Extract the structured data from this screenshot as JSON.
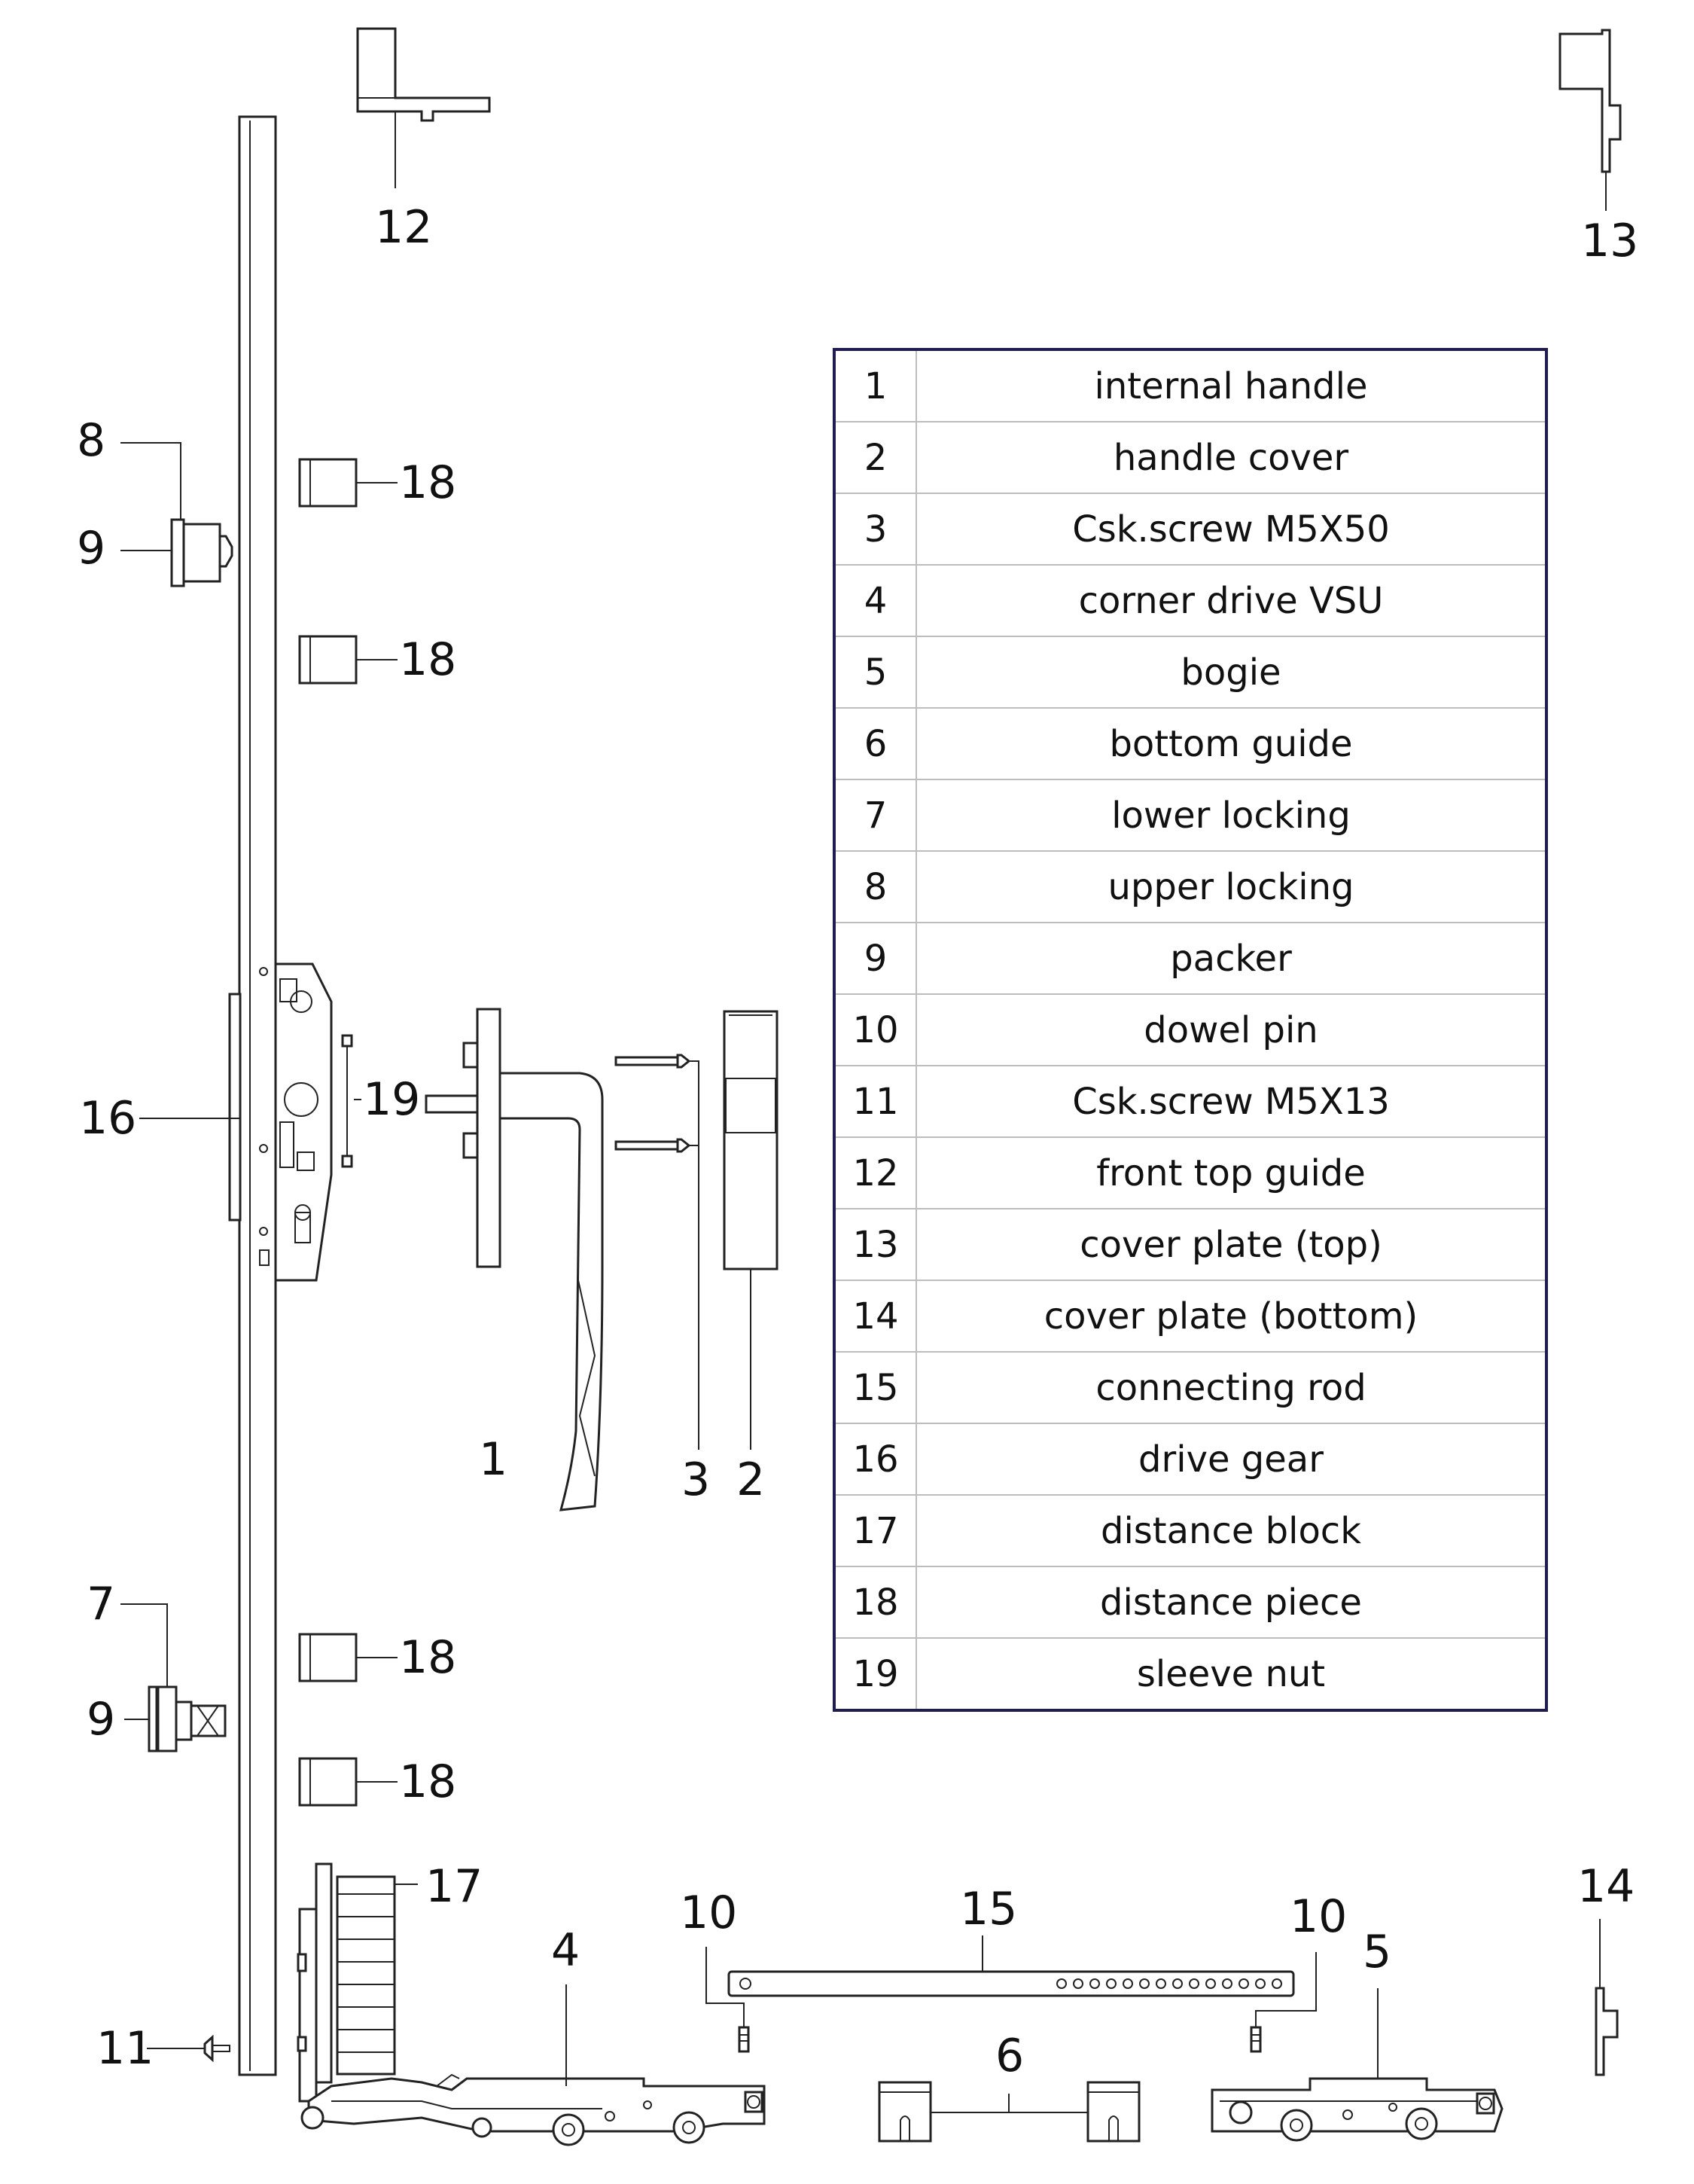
{
  "parts": [
    {
      "num": "1",
      "name": "internal handle"
    },
    {
      "num": "2",
      "name": "handle cover"
    },
    {
      "num": "3",
      "name": "Csk.screw M5X50"
    },
    {
      "num": "4",
      "name": "corner drive VSU"
    },
    {
      "num": "5",
      "name": "bogie"
    },
    {
      "num": "6",
      "name": "bottom guide"
    },
    {
      "num": "7",
      "name": "lower locking"
    },
    {
      "num": "8",
      "name": "upper locking"
    },
    {
      "num": "9",
      "name": "packer"
    },
    {
      "num": "10",
      "name": "dowel pin"
    },
    {
      "num": "11",
      "name": "Csk.screw M5X13"
    },
    {
      "num": "12",
      "name": "front top guide"
    },
    {
      "num": "13",
      "name": "cover plate (top)"
    },
    {
      "num": "14",
      "name": "cover plate (bottom)"
    },
    {
      "num": "15",
      "name": "connecting rod"
    },
    {
      "num": "16",
      "name": "drive gear"
    },
    {
      "num": "17",
      "name": "distance block"
    },
    {
      "num": "18",
      "name": "distance piece"
    },
    {
      "num": "19",
      "name": "sleeve nut"
    }
  ],
  "callouts": {
    "c1": "1",
    "c2": "2",
    "c3": "3",
    "c4": "4",
    "c5": "5",
    "c6": "6",
    "c7": "7",
    "c8": "8",
    "c9a": "9",
    "c9b": "9",
    "c10a": "10",
    "c10b": "10",
    "c11": "11",
    "c12": "12",
    "c13": "13",
    "c14": "14",
    "c15": "15",
    "c16": "16",
    "c17": "17",
    "c18a": "18",
    "c18b": "18",
    "c18c": "18",
    "c18d": "18",
    "c19": "19"
  }
}
